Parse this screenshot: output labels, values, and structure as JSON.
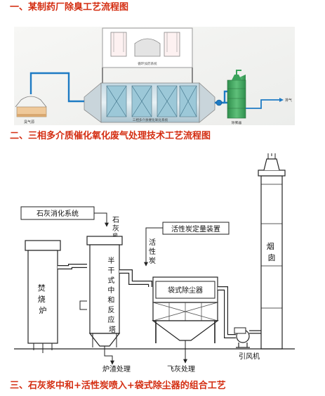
{
  "sections": [
    {
      "heading": "一、某制药厂除臭工艺流程图"
    },
    {
      "heading": "二、三相多介质催化氧化废气处理技术工艺流程图"
    },
    {
      "heading": "三、石灰浆中和+活性炭喷入+袋式除尘器的组合工艺"
    }
  ],
  "figure1": {
    "top_unit": "循环加药系统",
    "main_unit": "三相多介质催化氧化系统",
    "source": "臭气源",
    "right_unit": "除雾器",
    "exhaust": "排气"
  },
  "figure2": {
    "lime_system": "石灰消化系统",
    "lime_milk": [
      "石",
      "灰",
      "乳"
    ],
    "carbon_system": "活性炭定量装置",
    "active_carbon": [
      "活",
      "性",
      "炭"
    ],
    "incinerator": [
      "焚",
      "烧",
      "炉"
    ],
    "reactor": [
      "半",
      "干",
      "式",
      "中",
      "和",
      "反",
      "应",
      "塔"
    ],
    "bag_filter": "袋式除尘器",
    "chimney": [
      "烟",
      "囱"
    ],
    "fan": "引风机",
    "slag": "炉渣处理",
    "fly_ash": "飞灰处理"
  },
  "colors": {
    "heading": "#d42e12",
    "pipe_blue": "#1e7bc4",
    "scrubber_green": "#37a15a"
  }
}
